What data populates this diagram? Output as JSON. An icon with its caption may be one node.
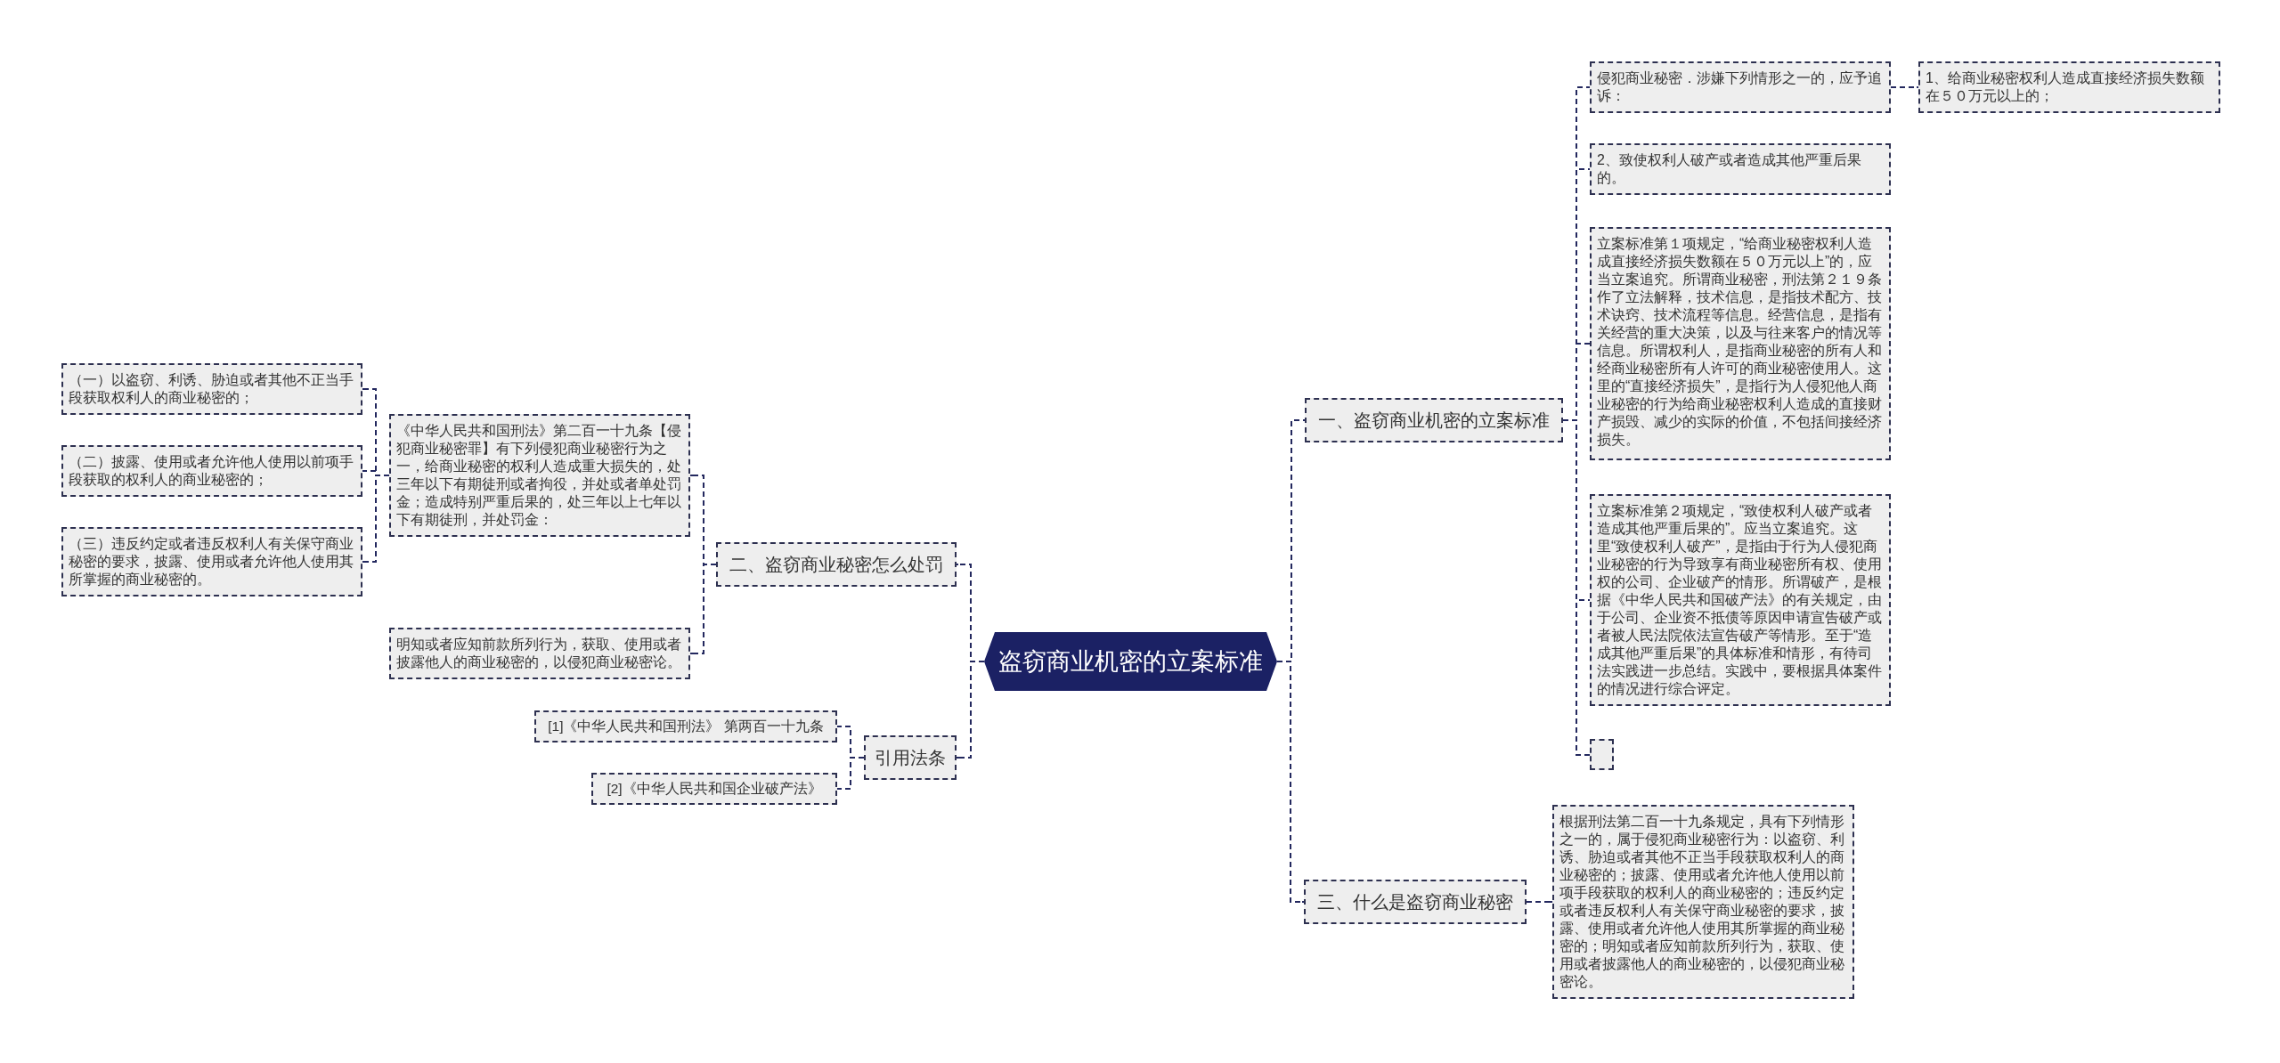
{
  "diagram": {
    "nodes": [
      {
        "text": [
          "盗窃商业机密的立案标准"
        ]
      },
      {
        "text": [
          "一、盗窃商业机密的立案标准"
        ]
      },
      {
        "text": [
          "侵犯商业秘密．涉嫌下列情形之一的，应予追诉："
        ]
      },
      {
        "text": [
          "1、给商业秘密权利人造成直接经济损失数额在５０万元以上的；"
        ]
      },
      {
        "text": [
          "2、致使权利人破产或者造成其他严重后果的。"
        ]
      },
      {
        "text": [
          "立案标准第１项规定，“给商业秘密权利人造成直接经济损失数额在５０万元以上”的，应当立案追究。所谓商业秘密，刑法第２１９条作了立法解释，技术信息，是指技术配方、技术诀窍、技术流程等信息。经营信息，是指有关经营的重大决策，以及与往来客户的情况等信息。所谓权利人，是指商业秘密的所有人和经商业秘密所有人许可的商业秘密使用人。这里的“直接经济损失”，是指行为人侵犯他人商业秘密的行为给商业秘密权利人造成的直接财产损毁、减少的实际的价值，不包括间接经济损失。"
        ]
      },
      {
        "text": [
          "立案标准第２项规定，“致使权利人破产或者造成其他严重后果的”。应当立案追究。这里“致使权利人破产”，是指由于行为人侵犯商业秘密的行为导致享有商业秘密所有权、使用权的公司、企业破产的情形。所谓破产，是根据《中华人民共和国破产法》的有关规定，由于公司、企业资不抵债等原因申请宣告破产或者被人民法院依法宣告破产等情形。至于“造成其他严重后果”的具体标准和情形，有待司法实践进一步总结。实践中，要根据具体案件的情况进行综合评定。"
        ]
      },
      {
        "text": [],
        "shape": "box"
      },
      {
        "text": [
          "三、什么是盗窃商业秘密"
        ]
      },
      {
        "text": [
          "根据刑法第二百一十九条规定，具有下列情形之一的，属于侵犯商业秘密行为：以盗窃、利诱、胁迫或者其他不正当手段获取权利人的商业秘密的；披露、使用或者允许他人使用以前项手段获取的权利人的商业秘密的；违反约定或者违反权利人有关保守商业秘密的要求，披露、使用或者允许他人使用其所掌握的商业秘密的；明知或者应知前款所列行为，获取、使用或者披露他人的商业秘密的，以侵犯商业秘密论。"
        ]
      },
      {
        "text": [
          "二、盗窃商业秘密怎么处罚"
        ]
      },
      {
        "text": [
          "《中华人民共和国刑法》第二百一十九条【侵犯商业秘密罪】有下列侵犯商业秘密行为之一，给商业秘密的权利人造成重大损失的，处三年以下有期徒刑或者拘役，并处或者单处罚金；造成特别严重后果的，处三年以上七年以下有期徒刑，并处罚金："
        ]
      },
      {
        "text": [
          "（一）以盗窃、利诱、胁迫或者其他不正当手段获取权利人的商业秘密的；"
        ]
      },
      {
        "text": [
          "（二）披露、使用或者允许他人使用以前项手段获取的权利人的商业秘密的；"
        ]
      },
      {
        "text": [
          "（三）违反约定或者违反权利人有关保守商业秘密的要求，披露、使用或者允许他人使用其所掌握的商业秘密的。"
        ]
      },
      {
        "text": [
          "明知或者应知前款所列行为，获取、使用或者披露他人的商业秘密的，以侵犯商业秘密论。"
        ]
      },
      {
        "text": [
          "引用法条"
        ]
      },
      {
        "text": [
          "[1]《中华人民共和国刑法》 第两百一十九条"
        ]
      },
      {
        "text": [
          "[2]《中华人民共和国企业破产法》"
        ]
      }
    ],
    "edges": [
      {
        "from": 0,
        "to": 1,
        "arrow": "none"
      },
      {
        "from": 1,
        "to": 2,
        "arrow": "none"
      },
      {
        "from": 2,
        "to": 3,
        "arrow": "none"
      },
      {
        "from": 1,
        "to": 4,
        "arrow": "none"
      },
      {
        "from": 1,
        "to": 5,
        "arrow": "none"
      },
      {
        "from": 1,
        "to": 6,
        "arrow": "none"
      },
      {
        "from": 1,
        "to": 7,
        "arrow": "none"
      },
      {
        "from": 0,
        "to": 8,
        "arrow": "none"
      },
      {
        "from": 8,
        "to": 9,
        "arrow": "none"
      },
      {
        "from": 0,
        "to": 10,
        "arrow": "none"
      },
      {
        "from": 10,
        "to": 11,
        "arrow": "none"
      },
      {
        "from": 11,
        "to": 12,
        "arrow": "none"
      },
      {
        "from": 11,
        "to": 13,
        "arrow": "none"
      },
      {
        "from": 11,
        "to": 14,
        "arrow": "none"
      },
      {
        "from": 10,
        "to": 15,
        "arrow": "none"
      },
      {
        "from": 0,
        "to": 16,
        "arrow": "none"
      },
      {
        "from": 16,
        "to": 17,
        "arrow": "none"
      },
      {
        "from": 16,
        "to": 18,
        "arrow": "none"
      }
    ]
  }
}
